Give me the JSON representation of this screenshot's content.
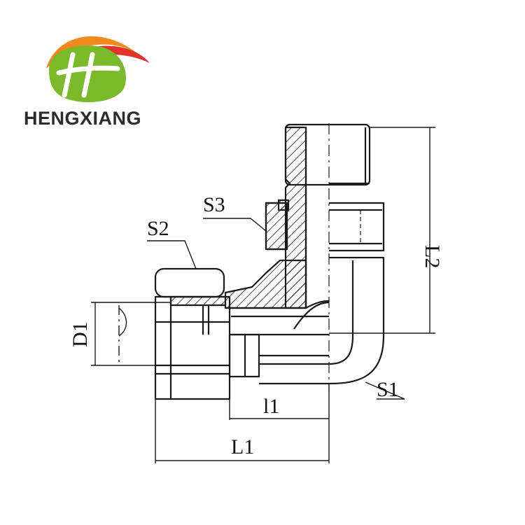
{
  "brand": {
    "name": "HENGXIANG",
    "colors": {
      "orange": "#f08a1c",
      "red": "#e0332a",
      "green": "#7ab929",
      "text": "#2c2c2c"
    }
  },
  "drawing": {
    "line_color": "#1a1a1a",
    "labels": {
      "s1": "S1",
      "s2": "S2",
      "s3": "S3",
      "l1": "L1",
      "l1_small": "l1",
      "l2": "L2",
      "d1": "D1"
    }
  }
}
